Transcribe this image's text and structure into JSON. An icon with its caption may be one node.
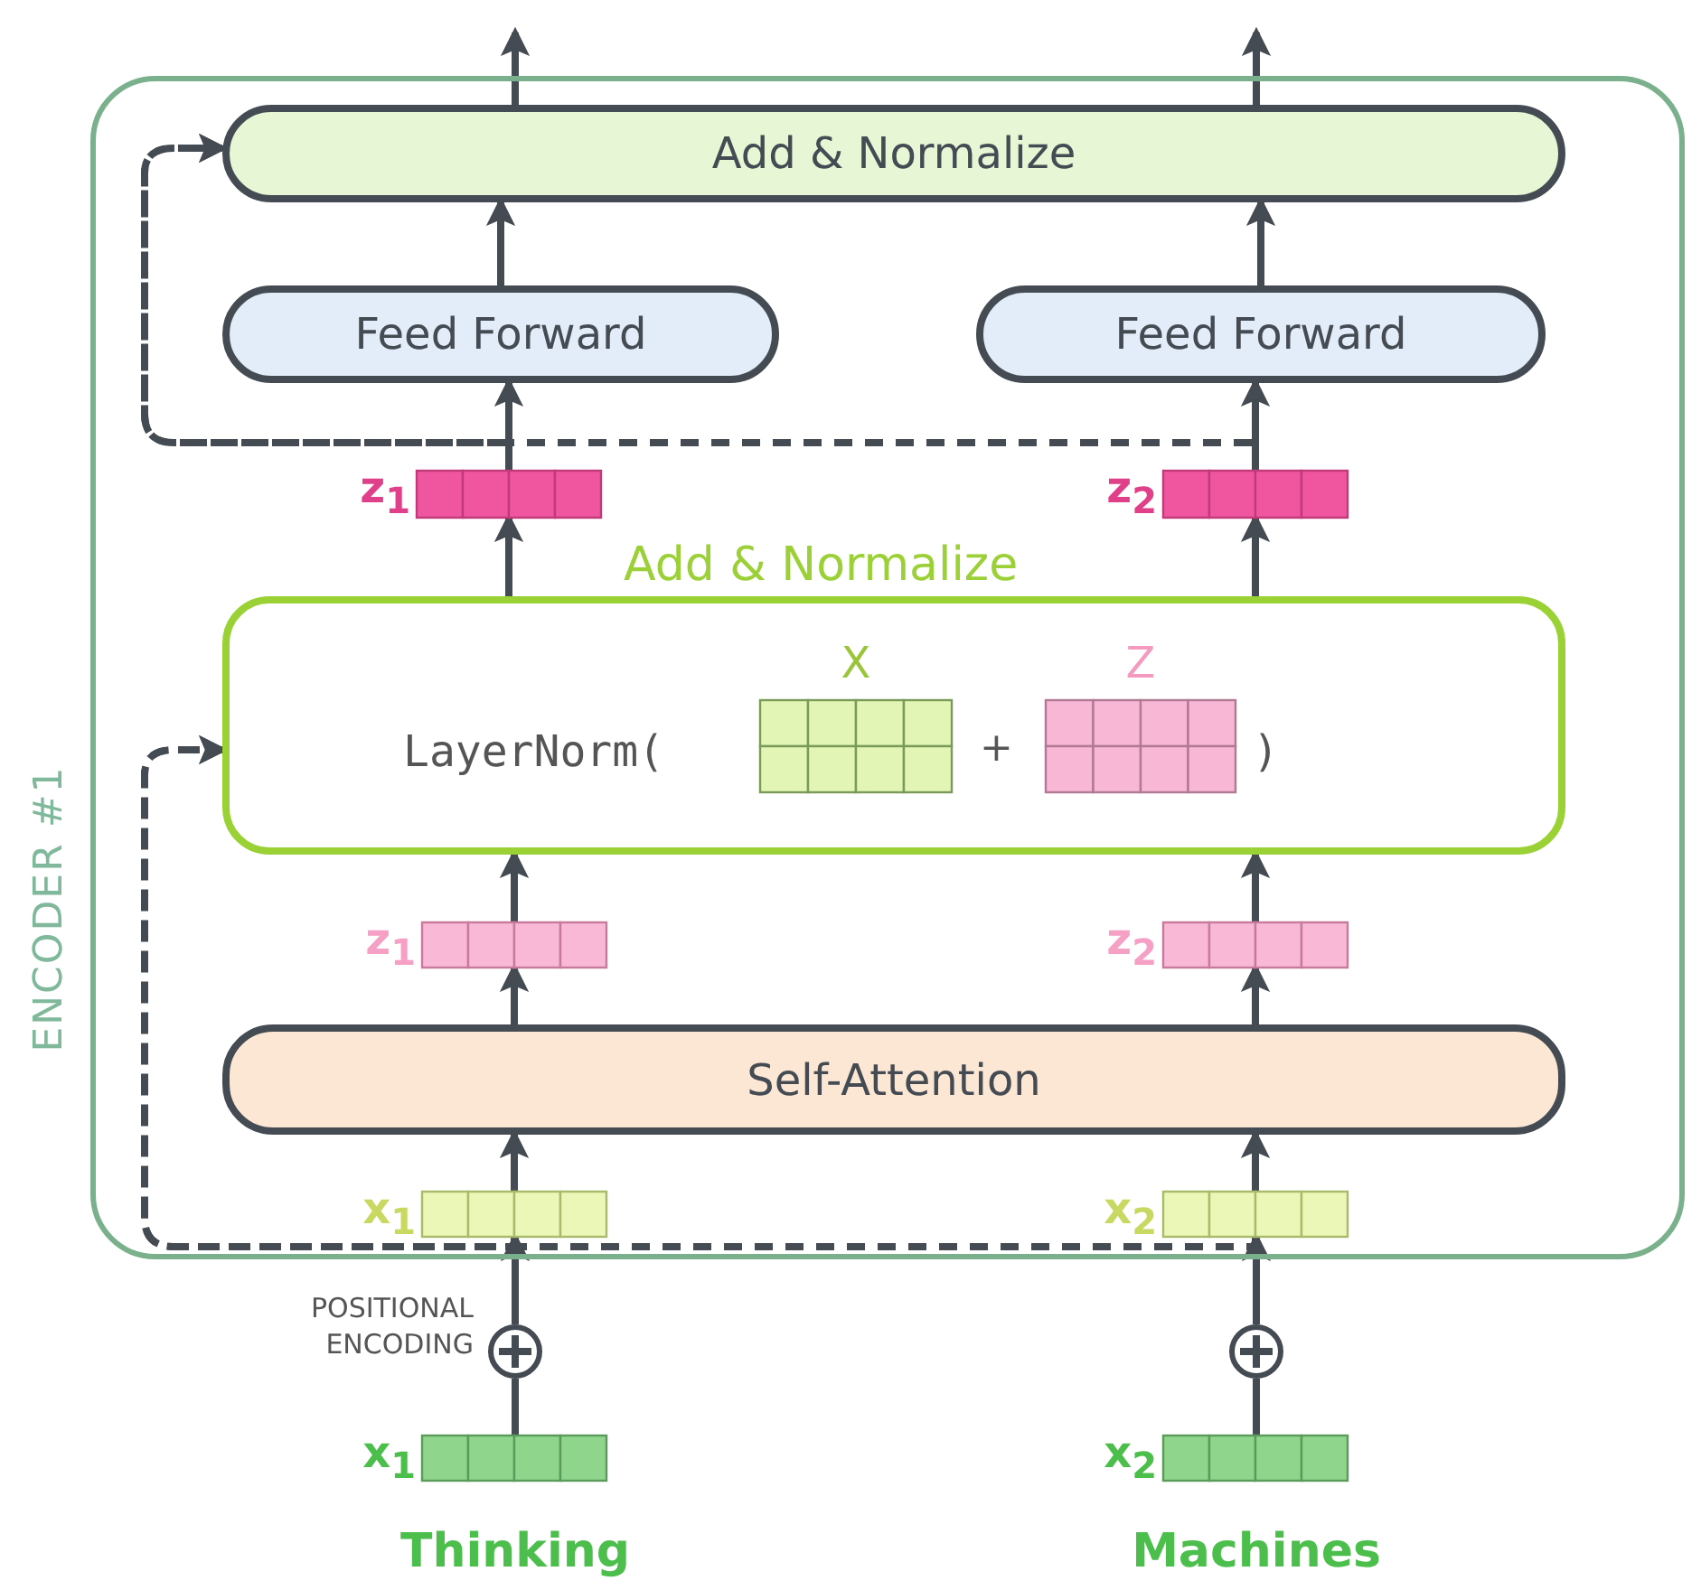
{
  "diagram": {
    "nodes": [
      {
        "text": [
          "ENCODER #1"
        ]
      },
      {
        "text": [
          "Add & Normalize"
        ],
        "in": 0
      },
      {
        "text": [
          "Feed Forward"
        ],
        "in": 0
      },
      {
        "text": [
          "Feed Forward"
        ],
        "in": 0
      },
      {
        "text": [],
        "shape": "bar",
        "in": 0,
        "beside": [
          "z$_{1}$"
        ]
      },
      {
        "text": [],
        "shape": "bar",
        "in": 0,
        "beside": [
          "z$_{2}$"
        ]
      },
      {
        "text": [
          "Add & Normalize",
          "LayerNorm(",
          "+",
          ")"
        ],
        "in": 0
      },
      {
        "text": [
          "X"
        ],
        "in": 6
      },
      {
        "text": [
          "Z"
        ],
        "in": 6
      },
      {
        "text": [],
        "shape": "bar",
        "in": 0,
        "beside": [
          "z$_{1}$"
        ]
      },
      {
        "text": [],
        "shape": "bar",
        "in": 0,
        "beside": [
          "z$_{2}$"
        ]
      },
      {
        "text": [
          "Self-Attention"
        ],
        "in": 0
      },
      {
        "text": [],
        "shape": "bar",
        "in": 0,
        "beside": [
          "x$_{1}$"
        ]
      },
      {
        "text": [],
        "shape": "bar",
        "in": 0,
        "beside": [
          "x$_{2}$"
        ]
      },
      {
        "text": [],
        "shape": "circle",
        "beside": [
          "POSITIONAL ENCODING"
        ]
      },
      {
        "text": [],
        "shape": "circle"
      },
      {
        "text": [],
        "shape": "bar",
        "beside": [
          "x$_{1}$"
        ]
      },
      {
        "text": [],
        "shape": "bar",
        "beside": [
          "x$_{2}$"
        ]
      },
      {
        "text": [
          "Thinking"
        ]
      },
      {
        "text": [
          "Machines"
        ]
      }
    ],
    "edges": [
      {
        "from": 1,
        "to": null,
        "arrow": "to"
      },
      {
        "from": 1,
        "to": null,
        "arrow": "to"
      },
      {
        "from": 2,
        "to": 1,
        "arrow": "to"
      },
      {
        "from": 3,
        "to": 1,
        "arrow": "to"
      },
      {
        "from": 4,
        "to": 2,
        "arrow": "to"
      },
      {
        "from": 5,
        "to": 3,
        "arrow": "to"
      },
      {
        "from": 4,
        "to": 1,
        "arrow": "to",
        "style": "dashed"
      },
      {
        "from": 5,
        "to": 1,
        "arrow": "to",
        "style": "dashed"
      },
      {
        "from": 6,
        "to": 4,
        "arrow": "to"
      },
      {
        "from": 6,
        "to": 5,
        "arrow": "to"
      },
      {
        "from": 9,
        "to": 6,
        "arrow": "to"
      },
      {
        "from": 10,
        "to": 6,
        "arrow": "to"
      },
      {
        "from": 11,
        "to": 9,
        "arrow": "to"
      },
      {
        "from": 11,
        "to": 10,
        "arrow": "to"
      },
      {
        "from": 12,
        "to": 11,
        "arrow": "to"
      },
      {
        "from": 13,
        "to": 11,
        "arrow": "to"
      },
      {
        "from": 12,
        "to": 6,
        "arrow": "to",
        "style": "dashed"
      },
      {
        "from": 13,
        "to": 6,
        "arrow": "to",
        "style": "dashed"
      },
      {
        "from": 14,
        "to": 12,
        "arrow": "to"
      },
      {
        "from": 15,
        "to": 13,
        "arrow": "to"
      },
      {
        "from": 16,
        "to": 14,
        "arrow": "none"
      },
      {
        "from": 17,
        "to": 15,
        "arrow": "none"
      }
    ]
  }
}
